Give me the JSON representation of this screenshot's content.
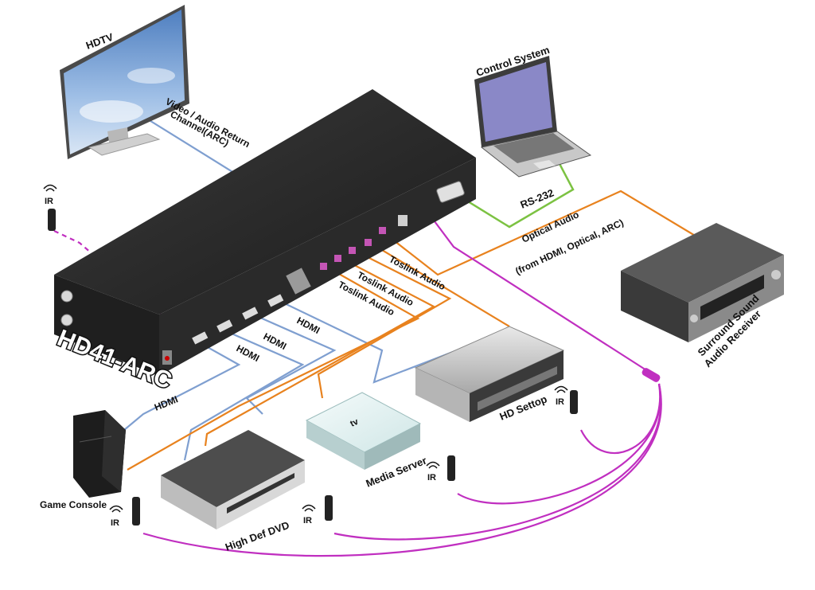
{
  "title": "HD41-ARC",
  "devices": {
    "hdtv": "HDTV",
    "control_system": "Control System",
    "receiver_line1": "Surround Sound",
    "receiver_line2": "Audio Receiver",
    "game_console": "Game Console",
    "dvd": "High Def DVD",
    "media_server": "Media Server",
    "settop": "HD Settop"
  },
  "connections": {
    "arc_line1": "Video / Audio Return",
    "arc_line2": "Channel(ARC)",
    "rs232": "RS-232",
    "optical_line1": "Optical Audio",
    "optical_line2": "(from HDMI, Optical, ARC)",
    "hdmi": "HDMI",
    "toslink": "Toslink Audio"
  },
  "ir_label": "IR",
  "colors": {
    "hdmi": "#7f9fd0",
    "toslink": "#e8821e",
    "ir": "#c02fc0",
    "rs232": "#7cc242",
    "port_pink": "#c455b5"
  }
}
